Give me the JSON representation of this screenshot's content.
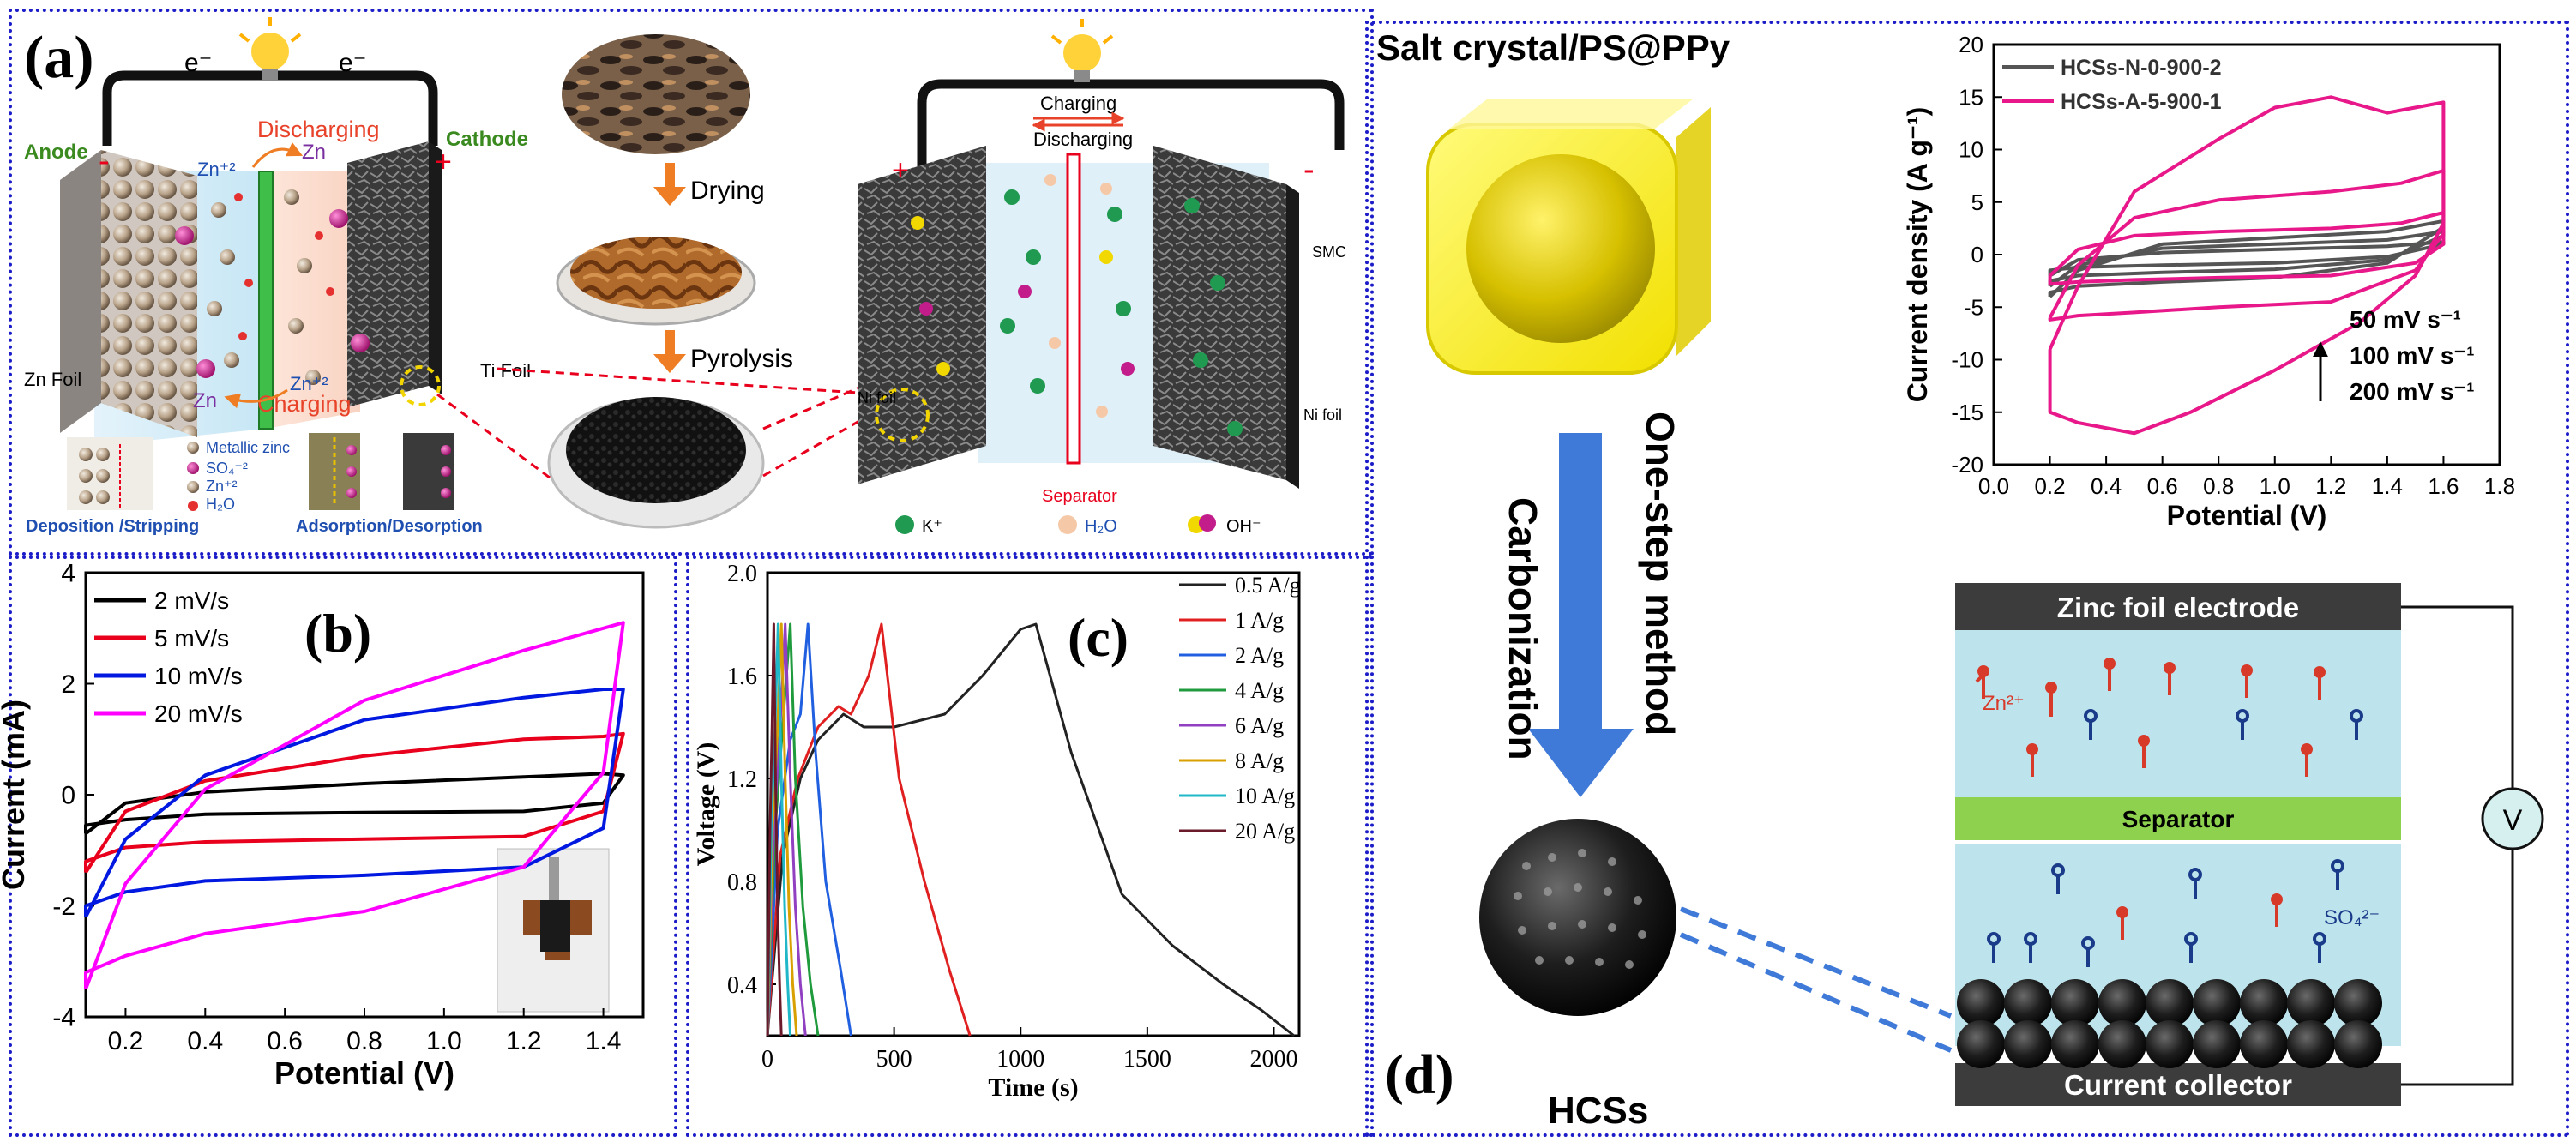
{
  "panel_a": {
    "label": "(a)",
    "electron_left": "e⁻",
    "electron_right": "e⁻",
    "discharging": "Discharging",
    "charging": "Charging",
    "anode": "Anode",
    "cathode": "Cathode",
    "minus": "-",
    "plus": "+",
    "zn2_top": "Zn⁺²",
    "zn_top": "Zn",
    "zn2_bottom": "Zn⁺²",
    "zn_bottom": "Zn",
    "zn_foil": "Zn Foil",
    "ti_foil": "Ti Foil",
    "legend_metallic": "Metallic zinc",
    "legend_so4": "SO₄⁻²",
    "legend_zn": "Zn⁺²",
    "legend_h2o": "H₂O",
    "deposition": "Deposition /Stripping",
    "adsorption": "Adsorption/Desorption",
    "drying": "Drying",
    "pyrolysis": "Pyrolysis",
    "charging2": "Charging",
    "discharging2": "Discharging",
    "smc": "SMC",
    "ni_left": "Ni foil",
    "ni_right": "Ni foil",
    "separator": "Separator",
    "k_ion": "K⁺",
    "h2o": "H₂O",
    "oh": "OH⁻",
    "plus2": "+",
    "minus2": "-"
  },
  "panel_b": {
    "label": "(b)",
    "chart_data": {
      "type": "line",
      "xlabel": "Potential (V)",
      "ylabel": "Current (mA)",
      "xlim": [
        0.1,
        1.5
      ],
      "ylim": [
        -4,
        4
      ],
      "xticks": [
        "0.2",
        "0.4",
        "0.6",
        "0.8",
        "1.0",
        "1.2",
        "1.4"
      ],
      "yticks": [
        "-4",
        "-2",
        "0",
        "2",
        "4"
      ],
      "series": [
        {
          "name": "2 mV/s",
          "color": "#000000",
          "x": [
            0.1,
            0.2,
            0.4,
            0.8,
            1.2,
            1.4,
            1.45,
            1.4,
            1.2,
            0.8,
            0.4,
            0.2,
            0.1,
            0.1
          ],
          "y": [
            -0.7,
            -0.15,
            0.05,
            0.2,
            0.32,
            0.38,
            0.35,
            -0.15,
            -0.3,
            -0.32,
            -0.35,
            -0.45,
            -0.55,
            -0.7
          ]
        },
        {
          "name": "5 mV/s",
          "color": "#e8001c",
          "x": [
            0.1,
            0.2,
            0.4,
            0.8,
            1.2,
            1.4,
            1.45,
            1.4,
            1.2,
            0.8,
            0.4,
            0.2,
            0.1,
            0.1
          ],
          "y": [
            -1.4,
            -0.3,
            0.25,
            0.7,
            1.0,
            1.05,
            1.1,
            -0.3,
            -0.75,
            -0.8,
            -0.85,
            -0.95,
            -1.2,
            -1.4
          ]
        },
        {
          "name": "10 mV/s",
          "color": "#0018e0",
          "x": [
            0.1,
            0.2,
            0.4,
            0.8,
            1.2,
            1.4,
            1.45,
            1.4,
            1.2,
            0.8,
            0.4,
            0.2,
            0.1,
            0.1
          ],
          "y": [
            -2.2,
            -0.8,
            0.35,
            1.35,
            1.75,
            1.9,
            1.9,
            -0.6,
            -1.3,
            -1.45,
            -1.55,
            -1.75,
            -2.0,
            -2.2
          ]
        },
        {
          "name": "20 mV/s",
          "color": "#ff00ff",
          "x": [
            0.1,
            0.2,
            0.4,
            0.8,
            1.2,
            1.4,
            1.45,
            1.4,
            1.2,
            0.8,
            0.4,
            0.2,
            0.1,
            0.1
          ],
          "y": [
            -3.5,
            -1.6,
            0.1,
            1.7,
            2.6,
            3.0,
            3.1,
            0.4,
            -1.3,
            -2.1,
            -2.5,
            -2.9,
            -3.2,
            -3.5
          ]
        }
      ]
    }
  },
  "panel_c": {
    "label": "(c)",
    "chart_data": {
      "type": "line",
      "xlabel": "Time (s)",
      "ylabel": "Voltage (V)",
      "xlim": [
        0,
        2100
      ],
      "ylim": [
        0.2,
        2.0
      ],
      "xticks": [
        "0",
        "500",
        "1000",
        "1500",
        "2000"
      ],
      "yticks": [
        "0.4",
        "0.8",
        "1.2",
        "1.6",
        "2.0"
      ],
      "series": [
        {
          "name": "0.5 A/g",
          "color": "#222222",
          "x": [
            0,
            60,
            130,
            200,
            300,
            380,
            500,
            700,
            850,
            1000,
            1060,
            1200,
            1400,
            1600,
            1800,
            1950,
            2080
          ],
          "y": [
            0.2,
            0.9,
            1.2,
            1.35,
            1.45,
            1.4,
            1.4,
            1.45,
            1.6,
            1.78,
            1.8,
            1.3,
            0.75,
            0.55,
            0.4,
            0.3,
            0.2
          ]
        },
        {
          "name": "1 A/g",
          "color": "#e02020",
          "x": [
            0,
            50,
            120,
            200,
            280,
            330,
            400,
            450,
            520,
            620,
            720,
            800
          ],
          "y": [
            0.2,
            0.9,
            1.2,
            1.4,
            1.48,
            1.45,
            1.6,
            1.8,
            1.2,
            0.8,
            0.45,
            0.2
          ]
        },
        {
          "name": "2 A/g",
          "color": "#2060e0",
          "x": [
            0,
            40,
            90,
            130,
            160,
            190,
            230,
            290,
            330
          ],
          "y": [
            0.2,
            1.0,
            1.35,
            1.45,
            1.8,
            1.3,
            0.8,
            0.45,
            0.2
          ]
        },
        {
          "name": "4 A/g",
          "color": "#1f9a3c",
          "x": [
            0,
            30,
            60,
            90,
            110,
            140,
            170,
            200
          ],
          "y": [
            0.2,
            1.0,
            1.4,
            1.8,
            1.2,
            0.7,
            0.4,
            0.2
          ]
        },
        {
          "name": "6 A/g",
          "color": "#9040c0",
          "x": [
            0,
            25,
            50,
            70,
            90,
            110,
            130,
            150
          ],
          "y": [
            0.2,
            1.0,
            1.4,
            1.8,
            1.2,
            0.7,
            0.4,
            0.2
          ]
        },
        {
          "name": "8 A/g",
          "color": "#d8a000",
          "x": [
            0,
            20,
            40,
            55,
            70,
            85,
            100,
            115
          ],
          "y": [
            0.2,
            1.0,
            1.4,
            1.8,
            1.2,
            0.7,
            0.4,
            0.2
          ]
        },
        {
          "name": "10 A/g",
          "color": "#20b8c8",
          "x": [
            0,
            15,
            30,
            42,
            55,
            68,
            80,
            90
          ],
          "y": [
            0.2,
            1.0,
            1.4,
            1.8,
            1.2,
            0.7,
            0.4,
            0.2
          ]
        },
        {
          "name": "20 A/g",
          "color": "#6a1a2a",
          "x": [
            0,
            10,
            18,
            25,
            32,
            40,
            48,
            55
          ],
          "y": [
            0.2,
            1.0,
            1.4,
            1.8,
            1.2,
            0.7,
            0.4,
            0.2
          ]
        }
      ]
    }
  },
  "panel_d": {
    "label": "(d)",
    "title": "Salt crystal/PS@PPy",
    "carbonization": "Carbonization",
    "one_step": "One-step method",
    "hcss": "HCSs",
    "zinc_foil": "Zinc foil electrode",
    "separator": "Separator",
    "current_collector": "Current collector",
    "zn2": "Zn²⁺",
    "so4": "SO₄²⁻",
    "voltmeter": "V",
    "rate_50": "50 mV s⁻¹",
    "rate_100": "100 mV s⁻¹",
    "rate_200": "200 mV s⁻¹",
    "chart_data": {
      "type": "line",
      "xlabel": "Potential (V)",
      "ylabel": "Current density (A g⁻¹)",
      "xlim": [
        0.0,
        1.8
      ],
      "ylim": [
        -20,
        20
      ],
      "xticks": [
        "0.0",
        "0.2",
        "0.4",
        "0.6",
        "0.8",
        "1.0",
        "1.2",
        "1.4",
        "1.6",
        "1.8"
      ],
      "yticks": [
        "-20",
        "-15",
        "-10",
        "-5",
        "0",
        "5",
        "10",
        "15",
        "20"
      ],
      "series": [
        {
          "name": "HCSs-N-0-900-2",
          "color": "#555555",
          "loops": [
            {
              "x": [
                0.2,
                0.3,
                0.6,
                1.0,
                1.4,
                1.6,
                1.6,
                1.4,
                1.0,
                0.6,
                0.3,
                0.2,
                0.2
              ],
              "y": [
                -2,
                -0.5,
                0.2,
                0.5,
                0.8,
                1.2,
                1.0,
                -0.2,
                -0.8,
                -1.0,
                -1.2,
                -1.5,
                -2
              ]
            },
            {
              "x": [
                0.2,
                0.3,
                0.6,
                1.0,
                1.4,
                1.6,
                1.6,
                1.4,
                1.0,
                0.6,
                0.3,
                0.2,
                0.2
              ],
              "y": [
                -3,
                -1,
                0.6,
                1.0,
                1.4,
                2.2,
                1.8,
                -0.5,
                -1.4,
                -1.7,
                -2.0,
                -2.5,
                -3
              ]
            },
            {
              "x": [
                0.2,
                0.3,
                0.6,
                1.0,
                1.4,
                1.6,
                1.6,
                1.4,
                1.0,
                0.6,
                0.3,
                0.2,
                0.2
              ],
              "y": [
                -4,
                -1.5,
                1.0,
                1.6,
                2.2,
                3.2,
                2.6,
                -0.8,
                -2.2,
                -2.6,
                -3.0,
                -3.6,
                -4
              ]
            }
          ]
        },
        {
          "name": "HCSs-A-5-900-1",
          "color": "#e8188a",
          "loops": [
            {
              "x": [
                0.2,
                0.3,
                0.5,
                0.8,
                1.2,
                1.45,
                1.6,
                1.6,
                1.5,
                1.2,
                0.8,
                0.5,
                0.3,
                0.2,
                0.2
              ],
              "y": [
                -2,
                0.5,
                1.8,
                2.2,
                2.5,
                3.0,
                4.0,
                1.0,
                -0.8,
                -2.0,
                -2.2,
                -2.4,
                -2.6,
                -2.8,
                -2
              ]
            },
            {
              "x": [
                0.2,
                0.3,
                0.5,
                0.8,
                1.2,
                1.45,
                1.6,
                1.6,
                1.5,
                1.2,
                0.8,
                0.5,
                0.3,
                0.2,
                0.2
              ],
              "y": [
                -6,
                -1,
                3.5,
                5.2,
                6.0,
                6.8,
                8.0,
                2.0,
                -1.5,
                -4.5,
                -5.0,
                -5.5,
                -5.8,
                -6.2,
                -6
              ]
            },
            {
              "x": [
                0.2,
                0.3,
                0.5,
                0.8,
                1.0,
                1.2,
                1.4,
                1.6,
                1.6,
                1.5,
                1.3,
                1.0,
                0.7,
                0.5,
                0.3,
                0.2,
                0.2
              ],
              "y": [
                -9,
                -3,
                6,
                11,
                14,
                15,
                13.5,
                14.5,
                3.0,
                -2.0,
                -6.5,
                -11,
                -15,
                -17,
                -16,
                -15,
                -9
              ]
            }
          ]
        }
      ]
    }
  }
}
